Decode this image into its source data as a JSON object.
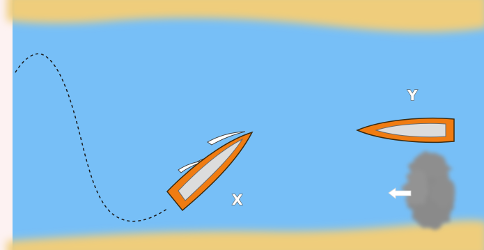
{
  "boats": [
    {
      "id": "x",
      "label": "X",
      "hull_color": "#f07c12",
      "deck_color": "#dcdcdc"
    },
    {
      "id": "y",
      "label": "Y",
      "hull_color": "#f07c12",
      "deck_color": "#dcdcdc"
    }
  ],
  "colors": {
    "water": "#77bff7",
    "sand": "#efcd7c",
    "smoke": "#8e8e8e",
    "path": "#1a1a1a",
    "arrow": "#ffffff"
  }
}
